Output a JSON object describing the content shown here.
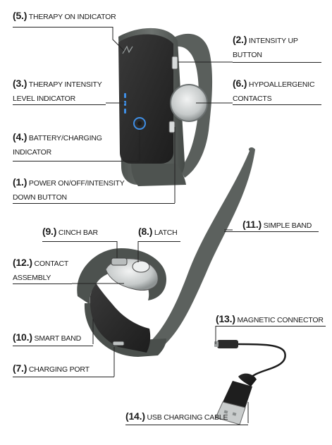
{
  "labels": [
    {
      "id": "therapy-on-indicator",
      "num": "(5.)",
      "text": "THERAPY ON INDICATOR",
      "line2": ""
    },
    {
      "id": "intensity-up-button",
      "num": "(2.)",
      "text": "INTENSITY UP",
      "line2": "BUTTON"
    },
    {
      "id": "therapy-intensity-level-indicator",
      "num": "(3.)",
      "text": "THERAPY INTENSITY",
      "line2": "LEVEL INDICATOR"
    },
    {
      "id": "hypoallergenic-contacts",
      "num": "(6.)",
      "text": "HYPOALLERGENIC",
      "line2": "CONTACTS"
    },
    {
      "id": "battery-charging-indicator",
      "num": "(4.)",
      "text": "BATTERY/CHARGING",
      "line2": "INDICATOR"
    },
    {
      "id": "power-button",
      "num": "(1.)",
      "text": "POWER ON/OFF/INTENSITY",
      "line2": "DOWN BUTTON"
    },
    {
      "id": "cinch-bar",
      "num": "(9.)",
      "text": "CINCH BAR",
      "line2": ""
    },
    {
      "id": "latch",
      "num": "(8.)",
      "text": "LATCH",
      "line2": ""
    },
    {
      "id": "simple-band",
      "num": "(11.)",
      "text": "SIMPLE BAND",
      "line2": ""
    },
    {
      "id": "contact-assembly",
      "num": "(12.)",
      "text": "CONTACT",
      "line2": "ASSEMBLY"
    },
    {
      "id": "magnetic-connector",
      "num": "(13.)",
      "text": "MAGNETIC CONNECTOR",
      "line2": ""
    },
    {
      "id": "smart-band",
      "num": "(10.)",
      "text": "SMART BAND",
      "line2": ""
    },
    {
      "id": "charging-port",
      "num": "(7.)",
      "text": "CHARGING PORT",
      "line2": ""
    },
    {
      "id": "usb-charging-cable",
      "num": "(14.)",
      "text": "USB CHARGING CABLE",
      "line2": ""
    }
  ],
  "colors": {
    "band": "#5f6460",
    "band_dark": "#3f4441",
    "module": "#2c2c2c",
    "metal": "#cfd2d2",
    "led": "#3f8fe6",
    "ink": "#1a1a1a"
  }
}
